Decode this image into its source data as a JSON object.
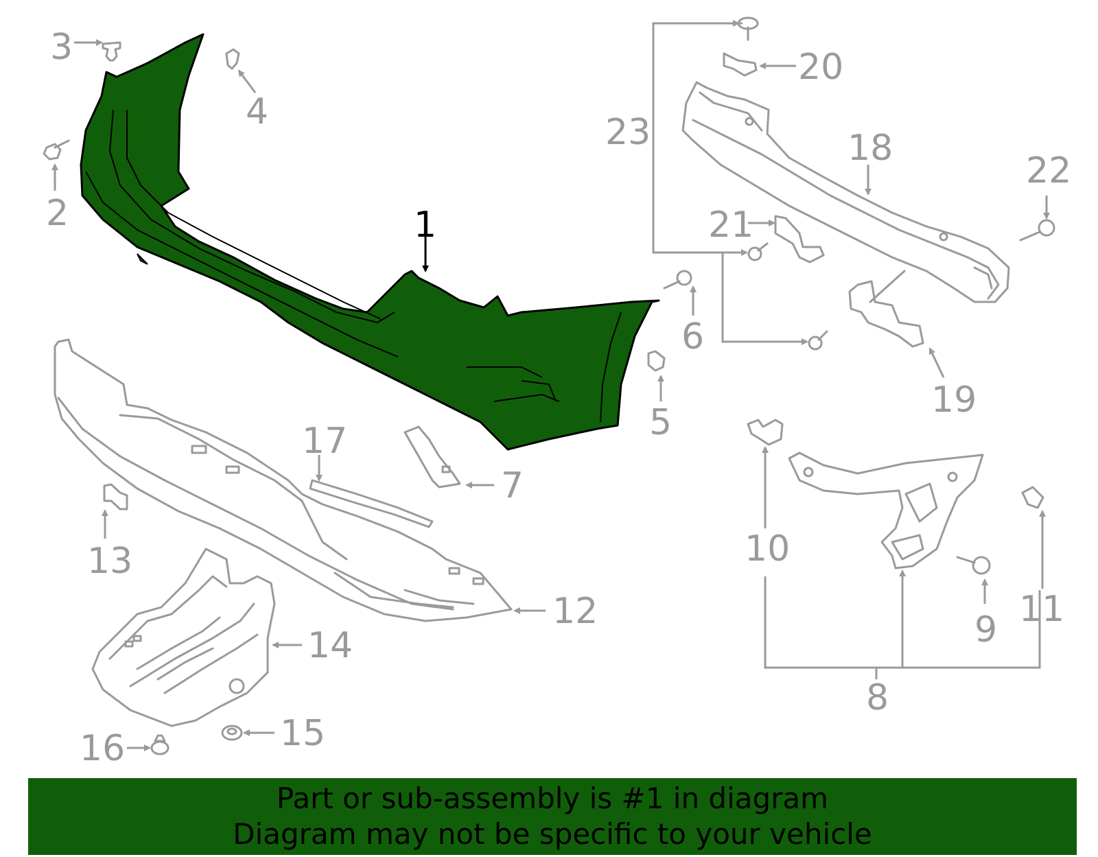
{
  "highlight_color": "#115e0a",
  "part_stroke_color": "#9a9a9a",
  "callouts": [
    "1",
    "2",
    "3",
    "4",
    "5",
    "6",
    "7",
    "8",
    "9",
    "10",
    "11",
    "12",
    "13",
    "14",
    "15",
    "16",
    "17",
    "18",
    "19",
    "20",
    "21",
    "22",
    "23"
  ],
  "banner": {
    "line1": "Part or sub-assembly is #1 in diagram",
    "line2": "Diagram may not be specific to your vehicle"
  }
}
